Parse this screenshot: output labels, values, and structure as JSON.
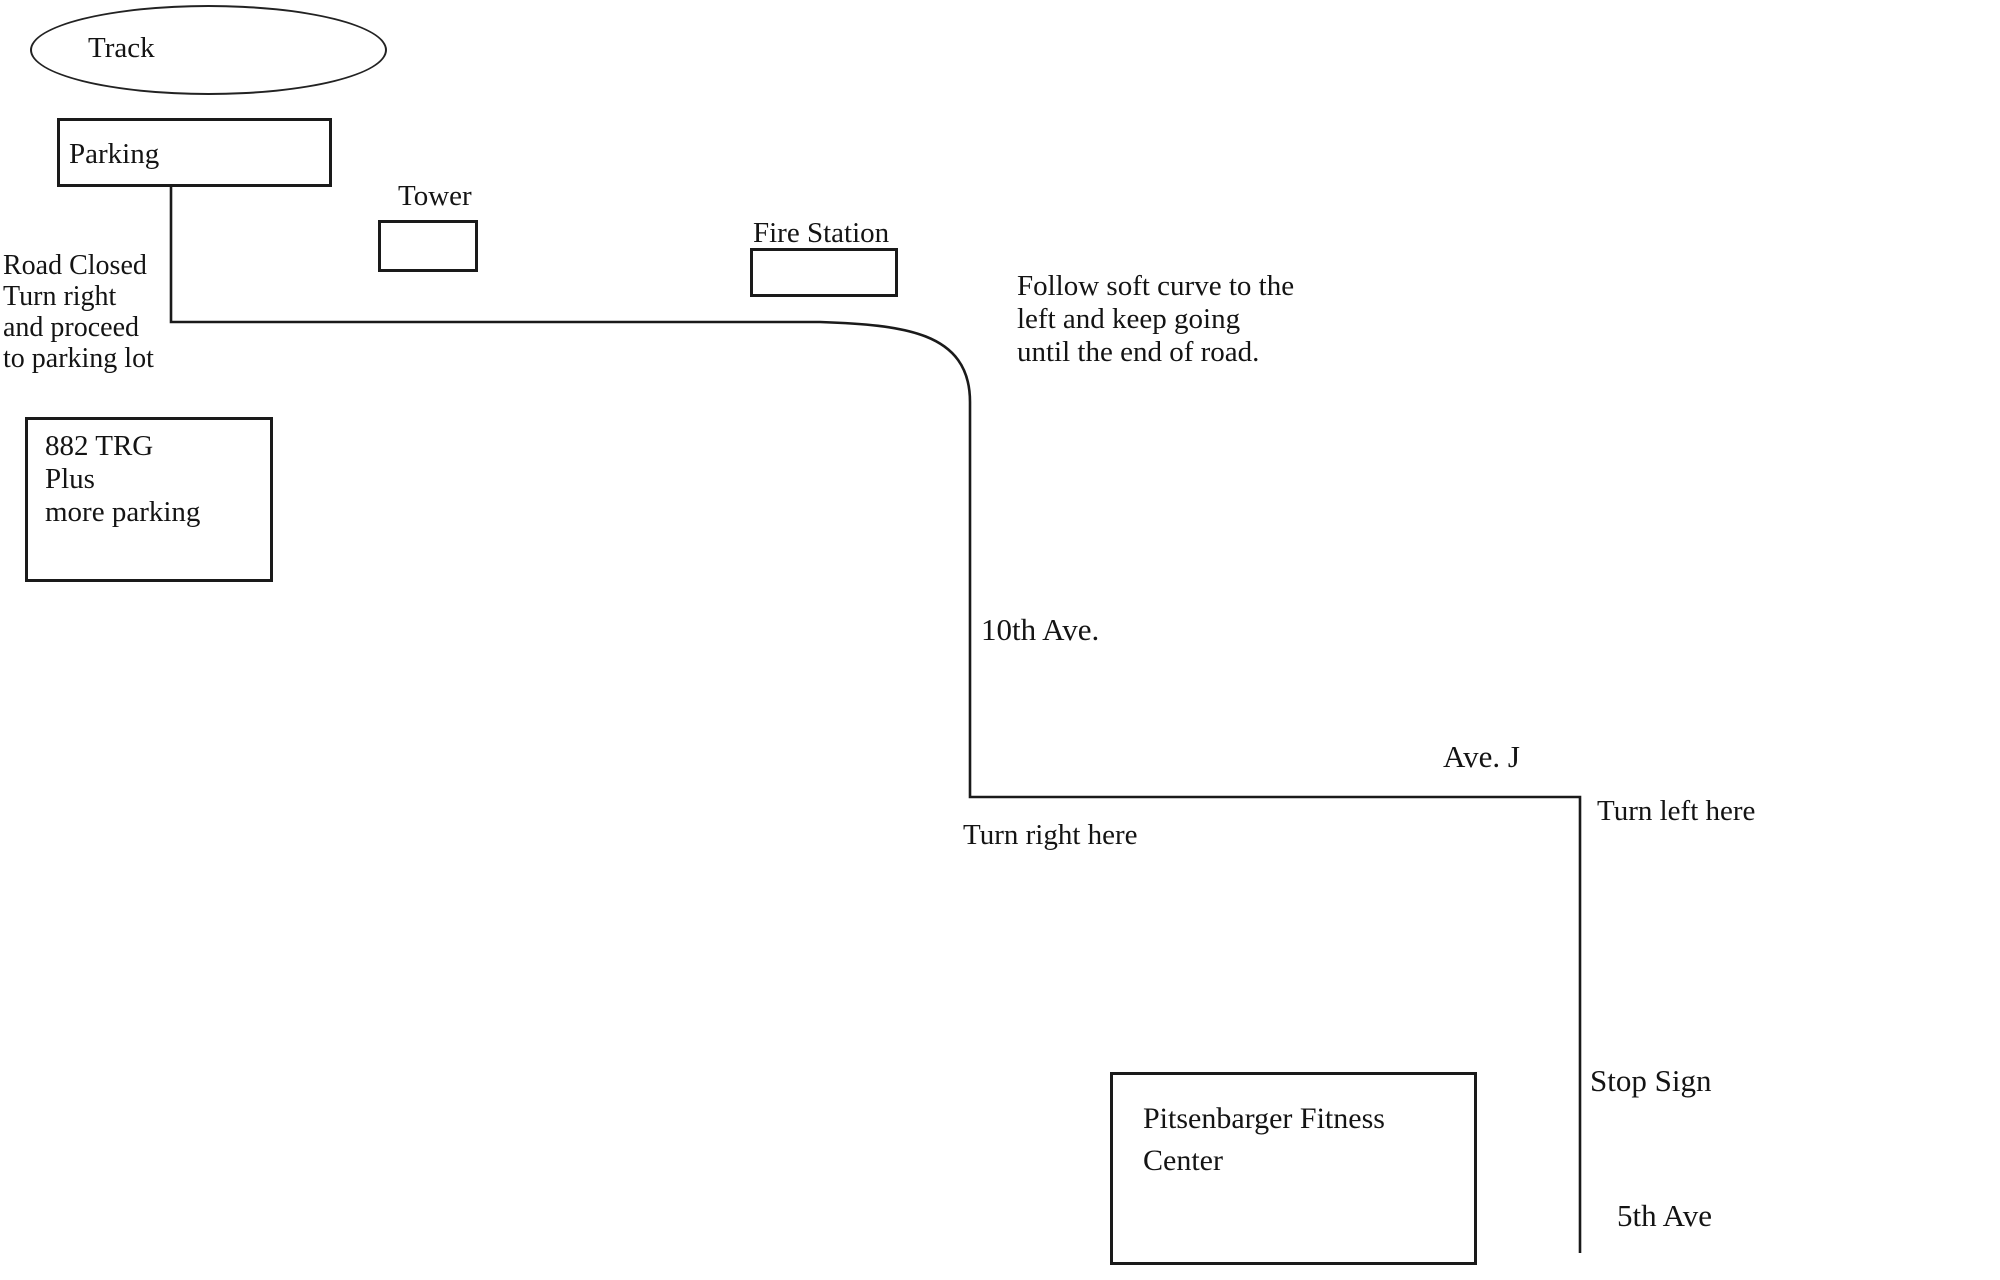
{
  "canvas": {
    "background_color": "#ffffff",
    "ink_color": "#1a1a1a"
  },
  "shapes": {
    "track": {
      "label": "Track"
    },
    "parking": {
      "label": "Parking"
    },
    "tower": {
      "label": "Tower"
    },
    "fire_station": {
      "label": "Fire Station"
    },
    "trg": {
      "lines": [
        "882 TRG",
        "Plus",
        "more parking"
      ]
    },
    "fitness_center": {
      "lines": [
        "Pitsenbarger Fitness",
        "Center"
      ]
    }
  },
  "annotations": {
    "road_closed": {
      "lines": [
        "Road Closed",
        "Turn right",
        "and proceed",
        "to parking lot"
      ]
    },
    "follow_curve": {
      "lines": [
        "Follow soft curve to the",
        "left and keep going",
        "until the end of road."
      ]
    },
    "turn_right": "Turn right here",
    "turn_left": "Turn left here",
    "stop_sign": "Stop Sign"
  },
  "streets": {
    "tenth_ave": "10th Ave.",
    "ave_j": "Ave. J",
    "fifth_ave": "5th Ave"
  }
}
